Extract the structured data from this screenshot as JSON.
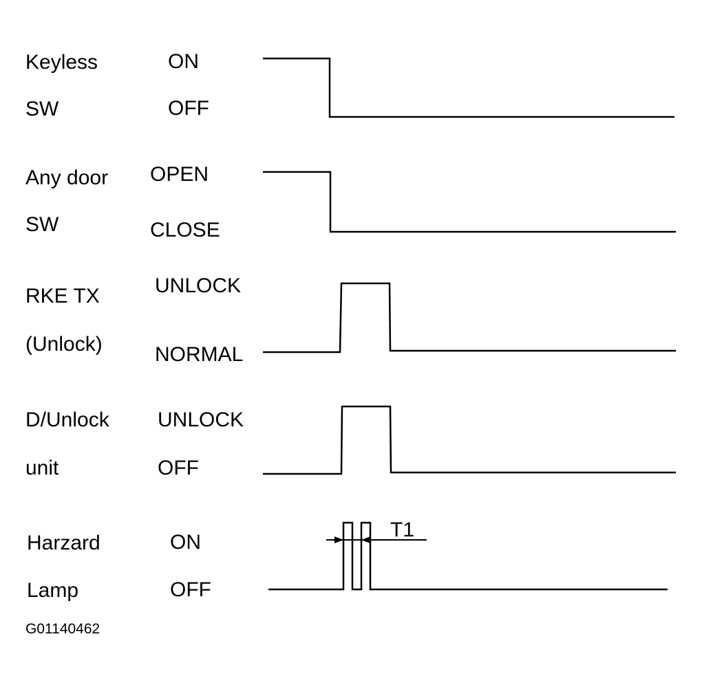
{
  "diagram": {
    "signals": [
      {
        "name_line1": "Keyless",
        "name_line2": "SW",
        "state_high": "ON",
        "state_low": "OFF"
      },
      {
        "name_line1": "Any door",
        "name_line2": "SW",
        "state_high": "OPEN",
        "state_low": "CLOSE"
      },
      {
        "name_line1": "RKE TX",
        "name_line2": "(Unlock)",
        "state_high": "UNLOCK",
        "state_low": "NORMAL"
      },
      {
        "name_line1": "D/Unlock",
        "name_line2": "unit",
        "state_high": "UNLOCK",
        "state_low": "OFF"
      },
      {
        "name_line1": "Harzard",
        "name_line2": "Lamp",
        "state_high": "ON",
        "state_low": "OFF"
      }
    ],
    "interval_label": "T1",
    "figure_id": "G01140462"
  }
}
